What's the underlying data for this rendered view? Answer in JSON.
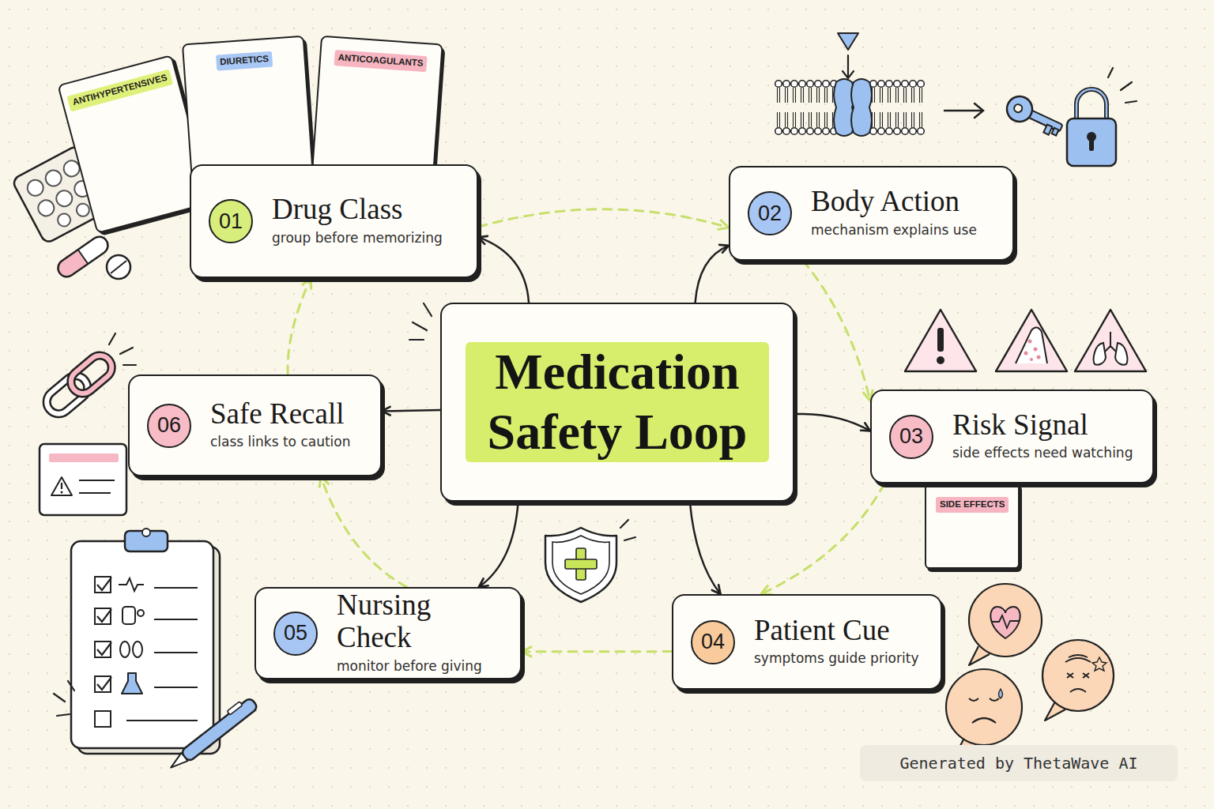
{
  "diagram": {
    "nodes": [
      {
        "text": [
          "Medication Safety Loop"
        ]
      },
      {
        "text": [
          "01",
          "Drug Class",
          "group before memorizing"
        ]
      },
      {
        "text": [
          "02",
          "Body Action",
          "mechanism explains use"
        ]
      },
      {
        "text": [
          "03",
          "Risk Signal",
          "side effects need watching"
        ]
      },
      {
        "text": [
          "04",
          "Patient Cue",
          "symptoms guide priority"
        ]
      },
      {
        "text": [
          "05",
          "Nursing Check",
          "monitor before giving"
        ]
      },
      {
        "text": [
          "06",
          "Safe Recall",
          "class links to caution"
        ]
      },
      {
        "text": [
          "ANTIHYPERTENSIVES"
        ]
      },
      {
        "text": [
          "DIURETICS"
        ]
      },
      {
        "text": [
          "ANTICOAGULANTS"
        ]
      },
      {
        "text": [
          "SIDE EFFECTS"
        ]
      }
    ],
    "edges": [
      {
        "from": 0,
        "to": 1,
        "arrow": "to"
      },
      {
        "from": 0,
        "to": 2,
        "arrow": "to"
      },
      {
        "from": 0,
        "to": 3,
        "arrow": "to"
      },
      {
        "from": 0,
        "to": 4,
        "arrow": "to"
      },
      {
        "from": 0,
        "to": 5,
        "arrow": "to"
      },
      {
        "from": 0,
        "to": 6,
        "arrow": "to"
      },
      {
        "from": 1,
        "to": 2,
        "arrow": "to"
      },
      {
        "from": 2,
        "to": 3,
        "arrow": "to"
      },
      {
        "from": 3,
        "to": 4,
        "arrow": "to"
      },
      {
        "from": 4,
        "to": 5,
        "arrow": "to"
      },
      {
        "from": 5,
        "to": 6,
        "arrow": "to"
      },
      {
        "from": 6,
        "to": 1,
        "arrow": "to"
      }
    ],
    "labels": [
      "Generated by ThetaWave AI"
    ]
  }
}
